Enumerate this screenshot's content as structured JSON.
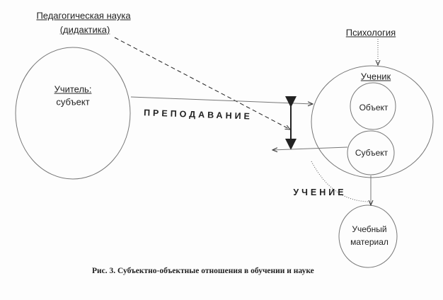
{
  "labels": {
    "pedagogy_line1": "Педагогическая наука",
    "pedagogy_line2": "(дидактика)",
    "psychology": "Психология",
    "teacher_title": "Учитель:",
    "teacher_role": "субъект",
    "student": "Ученик",
    "object": "Объект",
    "subject": "Субъект",
    "material_line1": "Учебный",
    "material_line2": "материал",
    "teaching": "ПРЕПОДАВАНИЕ",
    "learning": "УЧЕНИЕ"
  },
  "caption": "Рис. 3. Субъектно-объектные отношения в обучении и науке"
}
